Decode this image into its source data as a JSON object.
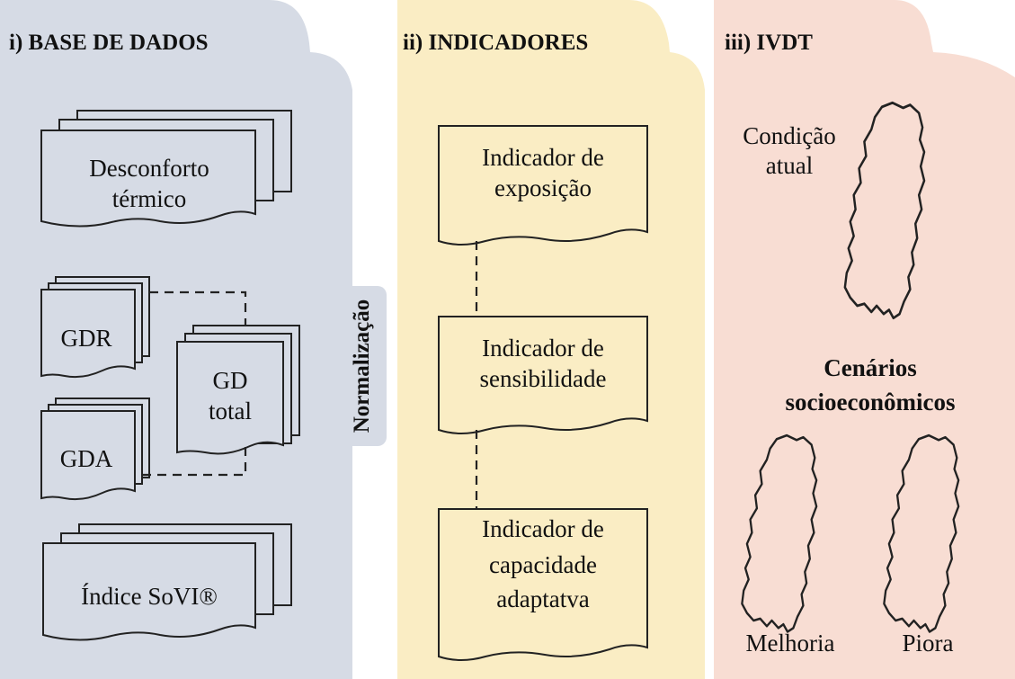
{
  "panels": {
    "database": {
      "title": "i) BASE DE DADOS",
      "color": "#d6dbe5",
      "docs": {
        "thermal": [
          "Desconforto",
          "térmico"
        ],
        "gdr": "GDR",
        "gda": "GDA",
        "gd_total": [
          "GD",
          "total"
        ],
        "sovi": "Índice SoVI®"
      },
      "side_label": "Normalização"
    },
    "indicators": {
      "title": "ii) INDICADORES",
      "color": "#faedc4",
      "items": [
        [
          "Indicador de",
          "exposição"
        ],
        [
          "Indicador de",
          "sensibilidade"
        ],
        [
          "Indicador de",
          "capacidade",
          "adaptatva"
        ]
      ]
    },
    "ivdt": {
      "title": "iii) IVDT",
      "color": "#f8ddd3",
      "current_label": [
        "Condição",
        "atual"
      ],
      "scenarios_label": [
        "Cenários",
        "socioeconômicos"
      ],
      "better_label": "Melhoria",
      "worse_label": "Piora"
    }
  }
}
